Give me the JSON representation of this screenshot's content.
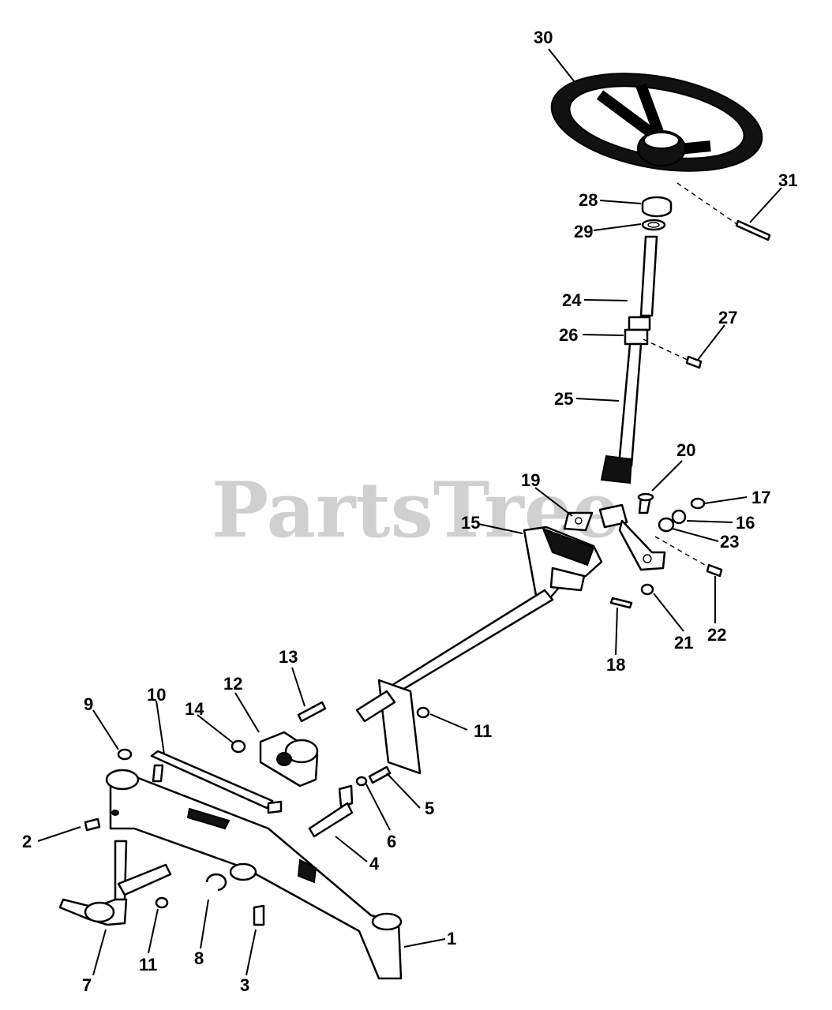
{
  "watermark": "PartsTree",
  "callouts": {
    "c1": "1",
    "c2": "2",
    "c3": "3",
    "c4": "4",
    "c5": "5",
    "c6": "6",
    "c7": "7",
    "c8": "8",
    "c9": "9",
    "c10": "10",
    "c11a": "11",
    "c11b": "11",
    "c12": "12",
    "c13": "13",
    "c14": "14",
    "c15": "15",
    "c16": "16",
    "c17": "17",
    "c18": "18",
    "c19": "19",
    "c20": "20",
    "c21": "21",
    "c22": "22",
    "c23": "23",
    "c24": "24",
    "c25": "25",
    "c26": "26",
    "c27": "27",
    "c28": "28",
    "c29": "29",
    "c30": "30",
    "c31": "31"
  }
}
